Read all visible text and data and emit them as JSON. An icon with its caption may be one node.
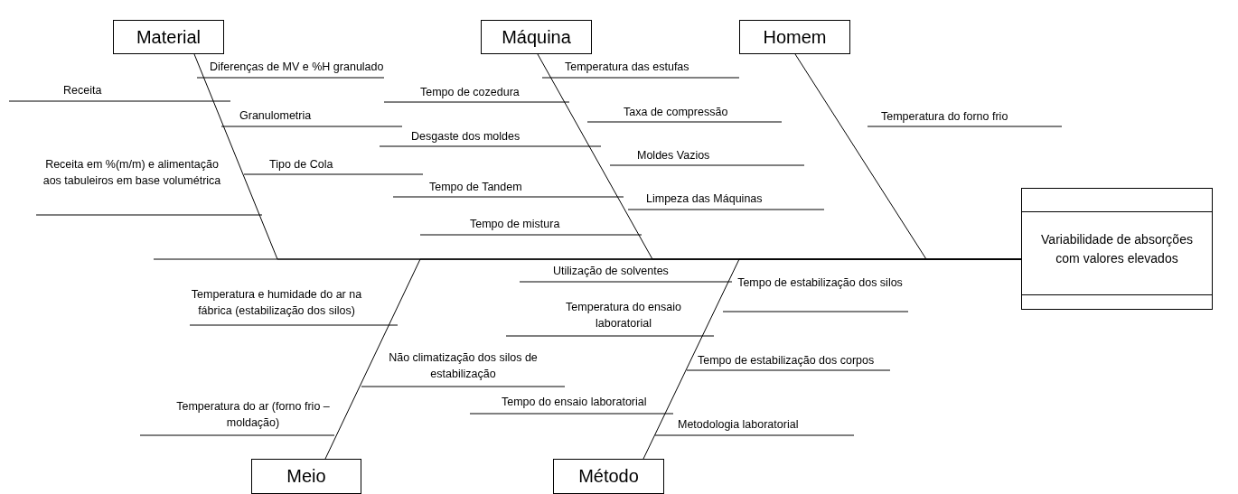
{
  "diagram": {
    "nodes": [
      {
        "text": [
          "Material"
        ]
      },
      {
        "text": [
          "Máquina"
        ]
      },
      {
        "text": [
          "Homem"
        ]
      },
      {
        "text": [
          "Meio"
        ]
      },
      {
        "text": [
          "Método"
        ]
      },
      {
        "text": [
          "Variabilidade de absorções com valores elevados"
        ]
      }
    ],
    "edges": [
      {
        "from": 0,
        "to": 5,
        "arrow": "none"
      },
      {
        "from": 1,
        "to": 5,
        "arrow": "none"
      },
      {
        "from": 2,
        "to": 5,
        "arrow": "none"
      },
      {
        "from": 3,
        "to": 5,
        "arrow": "none"
      },
      {
        "from": 4,
        "to": 5,
        "arrow": "none"
      }
    ],
    "labels": [
      "Diferenças de MV e %H granulado",
      "Temperatura das estufas",
      "Receita",
      "Tempo de cozedura",
      "Granulometria",
      "Taxa de compressão",
      "Temperatura do forno frio",
      "Desgaste dos moldes",
      "Moldes Vazios",
      "Tipo de Cola",
      "Receita em %(m/m) e alimentação aos tabuleiros em base volumétrica",
      "Tempo de Tandem",
      "Limpeza das Máquinas",
      "Tempo de mistura",
      "Utilização de solventes",
      "Tempo de estabilização dos silos",
      "Temperatura e humidade do ar na fábrica (estabilização dos silos)",
      "Temperatura do ensaio laboratorial",
      "Não climatização dos silos de estabilização",
      "Tempo de estabilização dos corpos",
      "Temperatura do ar (forno frio – moldação)",
      "Tempo do ensaio laboratorial",
      "Metodologia laboratorial"
    ]
  }
}
